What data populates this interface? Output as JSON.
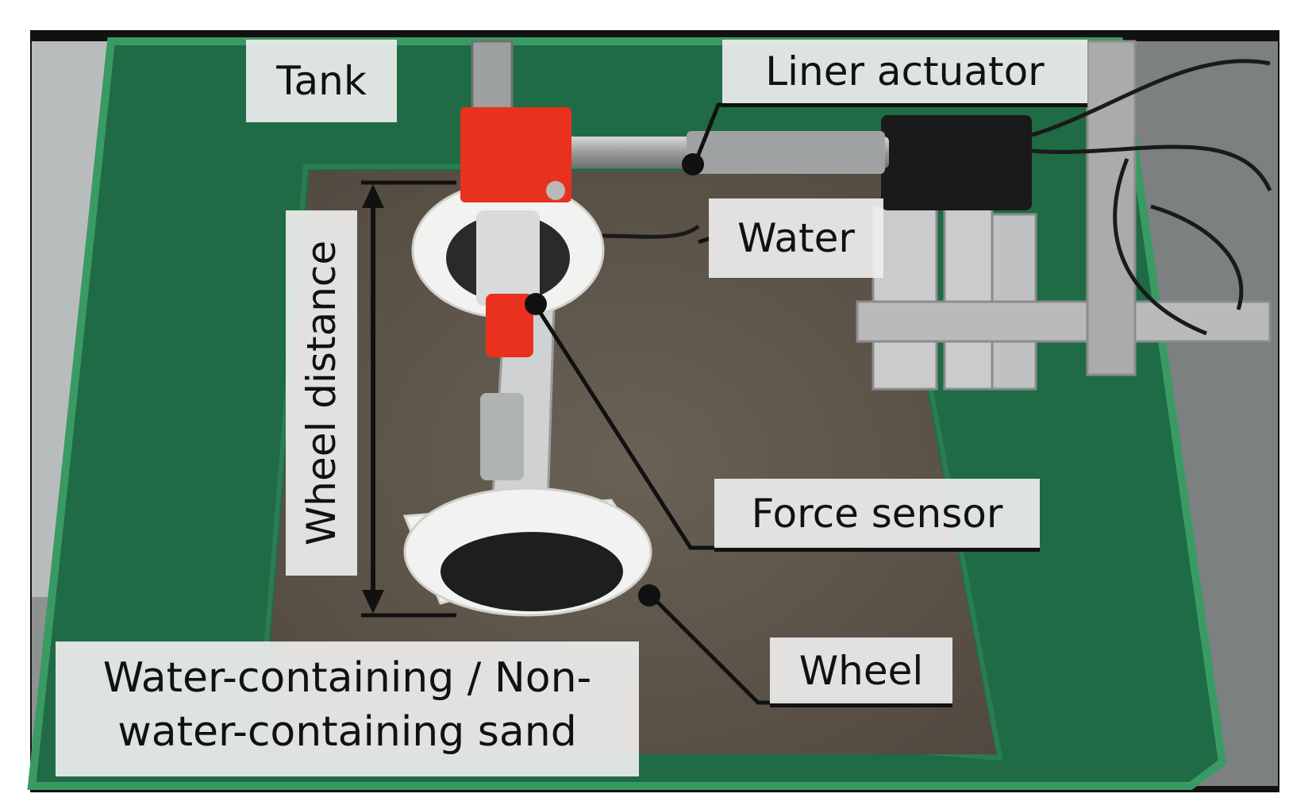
{
  "labels": {
    "tank": "Tank",
    "liner_actuator": "Liner actuator",
    "water": "Water",
    "force_sensor": "Force sensor",
    "wheel": "Wheel",
    "wheel_distance": "Wheel distance",
    "sand": "Water-containing / Non-water-containing sand"
  },
  "colors": {
    "tank_green": "#1f6b45",
    "tank_rim": "#2f8a58",
    "sand": "#5e564b",
    "sensor_red": "#e8321e",
    "wheel_white": "#f2f2f0",
    "frame_black": "#111111"
  }
}
